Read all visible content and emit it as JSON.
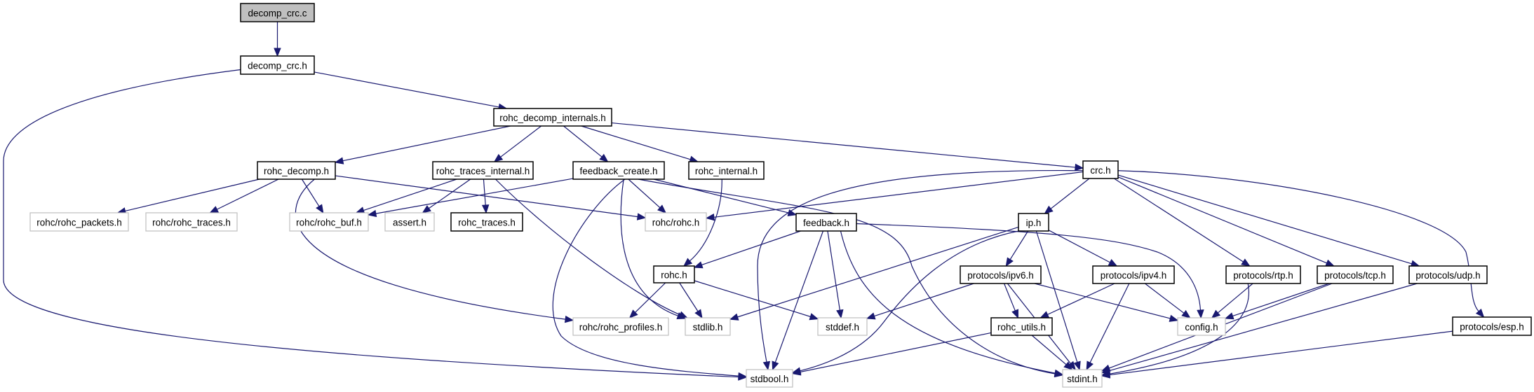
{
  "title": "decomp_crc.c include dependency graph",
  "colors": {
    "edge": "#191970",
    "root_fill": "#bfbfbf",
    "local_border": "#000000",
    "system_border": "#bfbfbf"
  },
  "nodes": [
    {
      "id": "decomp_crc_c",
      "label": "decomp_crc.c",
      "kind": "root"
    },
    {
      "id": "decomp_crc_h",
      "label": "decomp_crc.h",
      "kind": "local"
    },
    {
      "id": "rohc_decomp_internals_h",
      "label": "rohc_decomp_internals.h",
      "kind": "local"
    },
    {
      "id": "rohc_decomp_h",
      "label": "rohc_decomp.h",
      "kind": "local"
    },
    {
      "id": "rohc_traces_internal_h",
      "label": "rohc_traces_internal.h",
      "kind": "local"
    },
    {
      "id": "feedback_create_h",
      "label": "feedback_create.h",
      "kind": "local"
    },
    {
      "id": "rohc_internal_h",
      "label": "rohc_internal.h",
      "kind": "local"
    },
    {
      "id": "crc_h",
      "label": "crc.h",
      "kind": "local"
    },
    {
      "id": "rohc_rohc_packets_h",
      "label": "rohc/rohc_packets.h",
      "kind": "system"
    },
    {
      "id": "rohc_rohc_traces_h",
      "label": "rohc/rohc_traces.h",
      "kind": "system"
    },
    {
      "id": "rohc_rohc_buf_h",
      "label": "rohc/rohc_buf.h",
      "kind": "system"
    },
    {
      "id": "assert_h",
      "label": "assert.h",
      "kind": "system"
    },
    {
      "id": "rohc_traces_h",
      "label": "rohc_traces.h",
      "kind": "local"
    },
    {
      "id": "rohc_rohc_h",
      "label": "rohc/rohc.h",
      "kind": "system"
    },
    {
      "id": "feedback_h",
      "label": "feedback.h",
      "kind": "local"
    },
    {
      "id": "ip_h",
      "label": "ip.h",
      "kind": "local"
    },
    {
      "id": "rohc_h",
      "label": "rohc.h",
      "kind": "local"
    },
    {
      "id": "protocols_ipv6_h",
      "label": "protocols/ipv6.h",
      "kind": "local"
    },
    {
      "id": "protocols_ipv4_h",
      "label": "protocols/ipv4.h",
      "kind": "local"
    },
    {
      "id": "protocols_rtp_h",
      "label": "protocols/rtp.h",
      "kind": "local"
    },
    {
      "id": "protocols_tcp_h",
      "label": "protocols/tcp.h",
      "kind": "local"
    },
    {
      "id": "protocols_udp_h",
      "label": "protocols/udp.h",
      "kind": "local"
    },
    {
      "id": "rohc_rohc_profiles_h",
      "label": "rohc/rohc_profiles.h",
      "kind": "system"
    },
    {
      "id": "stdlib_h",
      "label": "stdlib.h",
      "kind": "system"
    },
    {
      "id": "stddef_h",
      "label": "stddef.h",
      "kind": "system"
    },
    {
      "id": "rohc_utils_h",
      "label": "rohc_utils.h",
      "kind": "local"
    },
    {
      "id": "config_h",
      "label": "config.h",
      "kind": "system"
    },
    {
      "id": "protocols_esp_h",
      "label": "protocols/esp.h",
      "kind": "local"
    },
    {
      "id": "stdbool_h",
      "label": "stdbool.h",
      "kind": "system"
    },
    {
      "id": "stdint_h",
      "label": "stdint.h",
      "kind": "system"
    }
  ],
  "edges": [
    [
      "decomp_crc_c",
      "decomp_crc_h"
    ],
    [
      "decomp_crc_h",
      "rohc_decomp_internals_h"
    ],
    [
      "decomp_crc_h",
      "stdbool_h"
    ],
    [
      "rohc_decomp_internals_h",
      "rohc_decomp_h"
    ],
    [
      "rohc_decomp_internals_h",
      "rohc_traces_internal_h"
    ],
    [
      "rohc_decomp_internals_h",
      "feedback_create_h"
    ],
    [
      "rohc_decomp_internals_h",
      "rohc_internal_h"
    ],
    [
      "rohc_decomp_internals_h",
      "crc_h"
    ],
    [
      "rohc_decomp_h",
      "rohc_rohc_packets_h"
    ],
    [
      "rohc_decomp_h",
      "rohc_rohc_traces_h"
    ],
    [
      "rohc_decomp_h",
      "rohc_rohc_buf_h"
    ],
    [
      "rohc_decomp_h",
      "rohc_rohc_h"
    ],
    [
      "rohc_decomp_h",
      "rohc_rohc_profiles_h"
    ],
    [
      "rohc_traces_internal_h",
      "rohc_rohc_buf_h"
    ],
    [
      "rohc_traces_internal_h",
      "assert_h"
    ],
    [
      "rohc_traces_internal_h",
      "rohc_traces_h"
    ],
    [
      "rohc_traces_internal_h",
      "stdlib_h"
    ],
    [
      "feedback_create_h",
      "rohc_rohc_buf_h"
    ],
    [
      "feedback_create_h",
      "rohc_rohc_h"
    ],
    [
      "feedback_create_h",
      "feedback_h"
    ],
    [
      "feedback_create_h",
      "stdbool_h"
    ],
    [
      "feedback_create_h",
      "stdlib_h"
    ],
    [
      "feedback_create_h",
      "stdint_h"
    ],
    [
      "rohc_internal_h",
      "rohc_h"
    ],
    [
      "crc_h",
      "rohc_rohc_h"
    ],
    [
      "crc_h",
      "stdbool_h"
    ],
    [
      "crc_h",
      "ip_h"
    ],
    [
      "crc_h",
      "protocols_rtp_h"
    ],
    [
      "crc_h",
      "protocols_tcp_h"
    ],
    [
      "crc_h",
      "protocols_udp_h"
    ],
    [
      "crc_h",
      "protocols_esp_h"
    ],
    [
      "feedback_h",
      "rohc_h"
    ],
    [
      "feedback_h",
      "stdbool_h"
    ],
    [
      "feedback_h",
      "stddef_h"
    ],
    [
      "feedback_h",
      "stdint_h"
    ],
    [
      "feedback_h",
      "config_h"
    ],
    [
      "rohc_h",
      "rohc_rohc_profiles_h"
    ],
    [
      "rohc_h",
      "stdlib_h"
    ],
    [
      "rohc_h",
      "stddef_h"
    ],
    [
      "ip_h",
      "stdlib_h"
    ],
    [
      "ip_h",
      "stdbool_h"
    ],
    [
      "ip_h",
      "protocols_ipv6_h"
    ],
    [
      "ip_h",
      "protocols_ipv4_h"
    ],
    [
      "ip_h",
      "stdint_h"
    ],
    [
      "protocols_ipv6_h",
      "stddef_h"
    ],
    [
      "protocols_ipv6_h",
      "rohc_utils_h"
    ],
    [
      "protocols_ipv6_h",
      "stdint_h"
    ],
    [
      "protocols_ipv6_h",
      "config_h"
    ],
    [
      "protocols_ipv4_h",
      "rohc_utils_h"
    ],
    [
      "protocols_ipv4_h",
      "stdint_h"
    ],
    [
      "protocols_ipv4_h",
      "config_h"
    ],
    [
      "rohc_utils_h",
      "stdbool_h"
    ],
    [
      "rohc_utils_h",
      "stdint_h"
    ],
    [
      "protocols_rtp_h",
      "config_h"
    ],
    [
      "protocols_rtp_h",
      "stdint_h"
    ],
    [
      "protocols_tcp_h",
      "config_h"
    ],
    [
      "protocols_tcp_h",
      "stdint_h"
    ],
    [
      "protocols_udp_h",
      "stdint_h"
    ],
    [
      "protocols_esp_h",
      "stdint_h"
    ]
  ]
}
